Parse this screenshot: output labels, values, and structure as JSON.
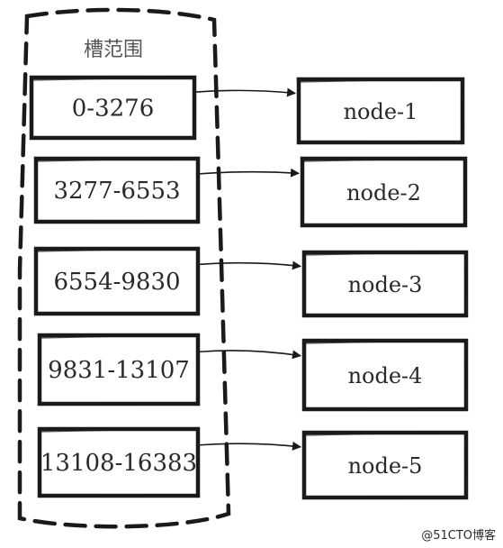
{
  "slot_range_title": "槽范围",
  "ranges": [
    {
      "label": "0-3276"
    },
    {
      "label": "3277-6553"
    },
    {
      "label": "6554-9830"
    },
    {
      "label": "9831-13107"
    },
    {
      "label": "13108-16383"
    }
  ],
  "nodes": [
    {
      "label": "node-1"
    },
    {
      "label": "node-2"
    },
    {
      "label": "node-3"
    },
    {
      "label": "node-4"
    },
    {
      "label": "node-5"
    }
  ],
  "watermark": "@51CTO博客",
  "colors": {
    "stroke": "#1a1a1a",
    "text": "#2a2a2a",
    "background": "#ffffff"
  }
}
